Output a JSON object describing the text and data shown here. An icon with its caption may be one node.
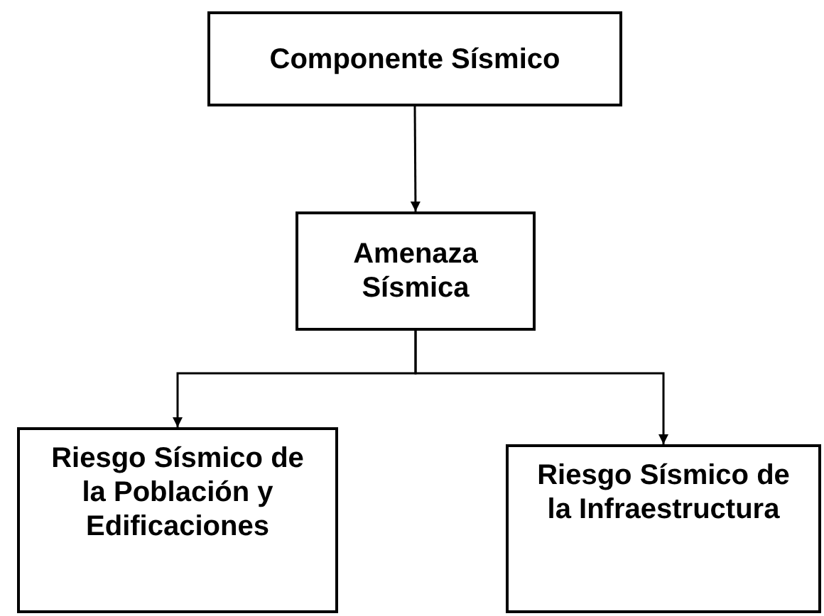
{
  "diagram": {
    "nodes": [
      {
        "text": [
          "Componente Sísmico"
        ]
      },
      {
        "text": [
          "Amenaza Sísmica"
        ]
      },
      {
        "text": [
          "Riesgo Sísmico de la Población y Edificaciones"
        ]
      },
      {
        "text": [
          "Riesgo Sísmico de la Infraestructura"
        ]
      }
    ],
    "edges": [
      {
        "from": 0,
        "to": 1,
        "arrow": "to"
      },
      {
        "from": 1,
        "to": 2,
        "arrow": "to"
      },
      {
        "from": 1,
        "to": 3,
        "arrow": "to"
      }
    ]
  }
}
